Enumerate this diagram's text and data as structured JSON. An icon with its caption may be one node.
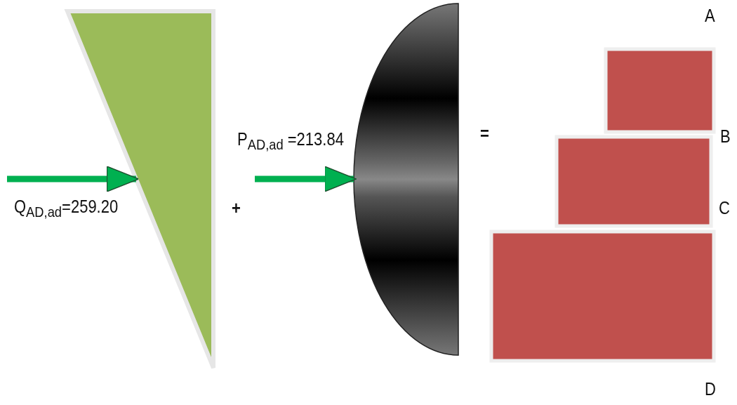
{
  "diagram": {
    "nodes": [
      {
        "text": [],
        "shape": "triangle"
      },
      {
        "text": [],
        "shape": "half-ellipse"
      },
      {
        "text": [],
        "shape": "box"
      },
      {
        "text": [],
        "shape": "box"
      },
      {
        "text": [],
        "shape": "box"
      }
    ],
    "edges": [
      {
        "from": null,
        "to": 0,
        "arrow": "to",
        "label": "Q$_{AD,ad}$=259.20"
      },
      {
        "from": null,
        "to": 1,
        "arrow": "to",
        "label": "P$_{AD,ad}$ =213.84"
      }
    ],
    "labels": [
      "A",
      "=",
      "B",
      "+",
      "C",
      "D"
    ]
  }
}
